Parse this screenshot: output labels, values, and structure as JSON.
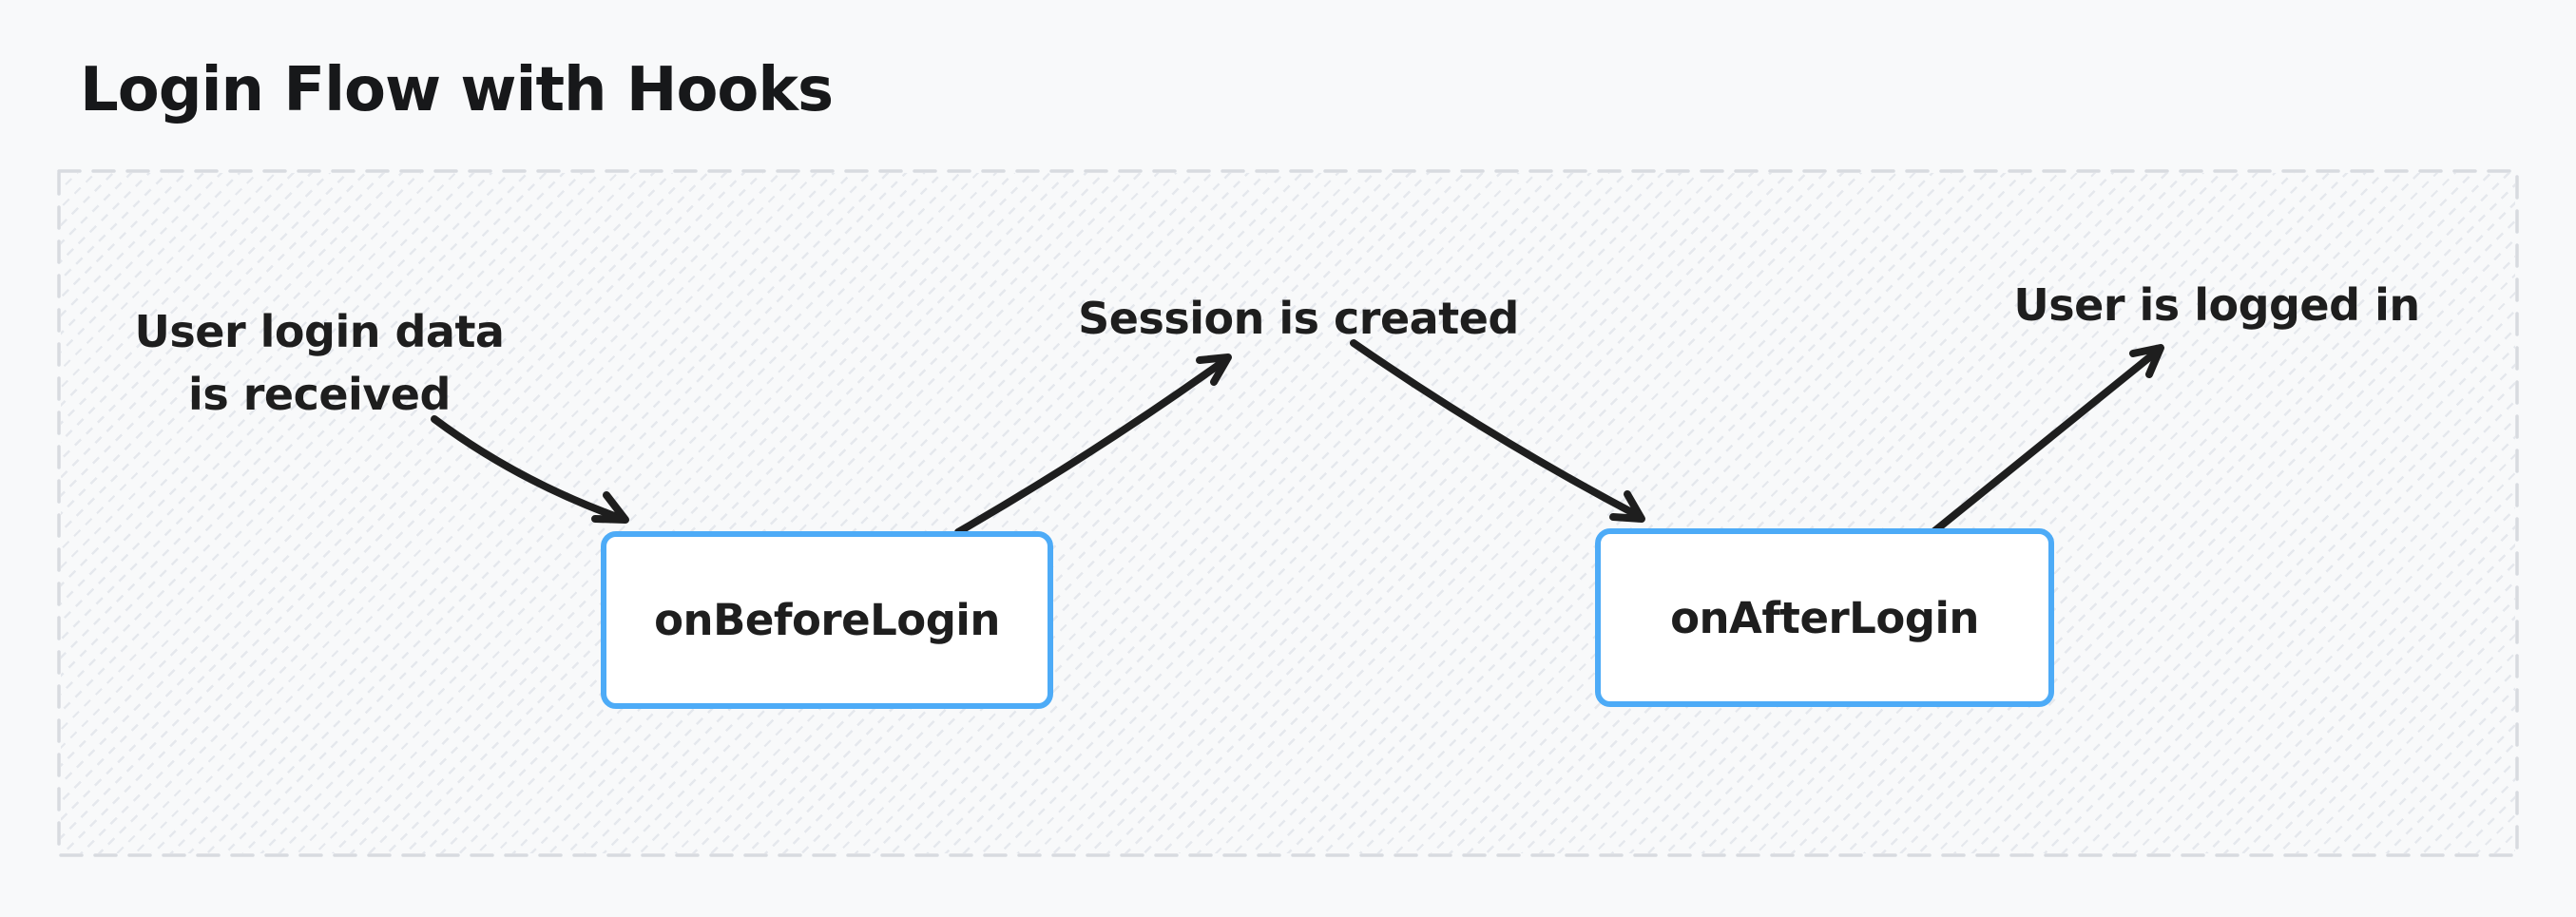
{
  "title": "Login Flow with Hooks",
  "diagram": {
    "nodes": [
      {
        "id": "onBeforeLogin",
        "label": "onBeforeLogin"
      },
      {
        "id": "onAfterLogin",
        "label": "onAfterLogin"
      }
    ],
    "annotations": [
      {
        "id": "login-data-received",
        "line1": "User login data",
        "line2": "is received"
      },
      {
        "id": "session-created",
        "text": "Session is created"
      },
      {
        "id": "user-logged-in",
        "text": "User is logged in"
      }
    ],
    "edges": [
      {
        "from": "login-data-received",
        "to": "onBeforeLogin"
      },
      {
        "from": "onBeforeLogin",
        "to": "session-created"
      },
      {
        "from": "session-created",
        "to": "onAfterLogin"
      },
      {
        "from": "onAfterLogin",
        "to": "user-logged-in"
      }
    ],
    "colors": {
      "background": "#f8f9fa",
      "hatch_line": "#e5e8ed",
      "container_border": "#d8dbe0",
      "node_border": "#4dabf7",
      "node_fill": "#ffffff",
      "ink": "#1e1e1e"
    }
  }
}
